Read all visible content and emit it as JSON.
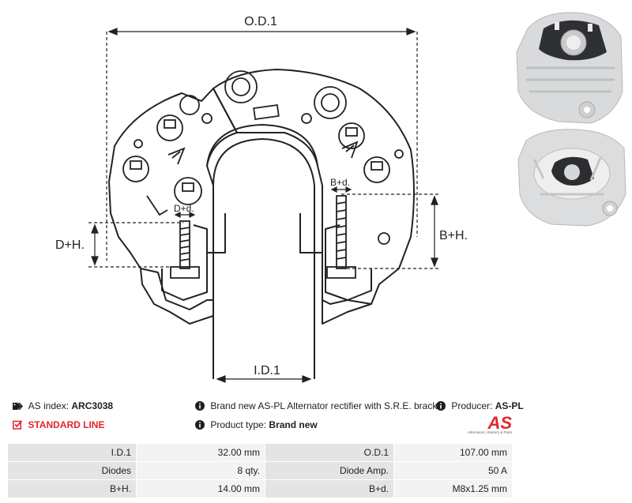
{
  "drawing": {
    "labels": {
      "od": "O.D.1",
      "id": "I.D.1",
      "dh": "D+H.",
      "bh": "B+H.",
      "dd": "D+d.",
      "bd": "B+d."
    }
  },
  "info": {
    "as_index_label": "AS index:",
    "as_index_value": "ARC3038",
    "line": "STANDARD LINE",
    "description": "Brand new AS-PL Alternator rectifier with S.R.E. bracket",
    "producer_label": "Producer:",
    "producer_value": "AS-PL",
    "type_label": "Product type:",
    "type_value": "Brand new",
    "logo_text": "AS",
    "logo_tagline": "Alternators, Starters & Parts"
  },
  "colors": {
    "accent": "#e1262c",
    "line": "#222222",
    "row_label": "#e4e4e4",
    "row_value": "#f3f3f3"
  },
  "specs": [
    {
      "l1": "I.D.1",
      "v1": "32.00 mm",
      "l2": "O.D.1",
      "v2": "107.00 mm"
    },
    {
      "l1": "Diodes",
      "v1": "8 qty.",
      "l2": "Diode Amp.",
      "v2": "50 A"
    },
    {
      "l1": "B+H.",
      "v1": "14.00 mm",
      "l2": "B+d.",
      "v2": "M8x1.25 mm"
    }
  ]
}
